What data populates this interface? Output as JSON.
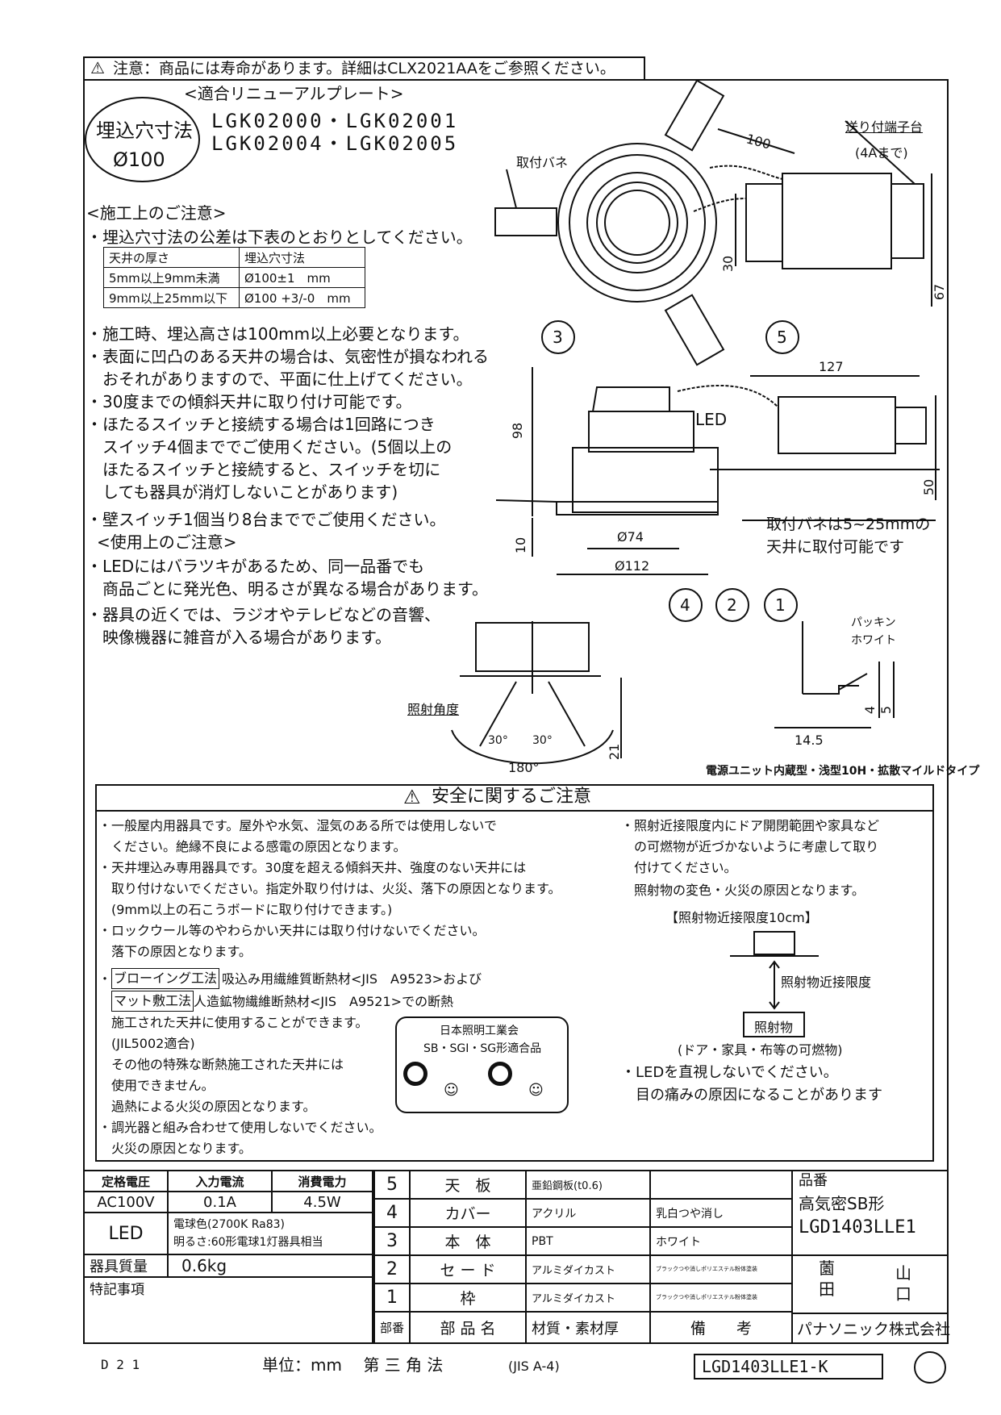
{
  "notice": "注意：商品には寿命があります。詳細はCLX2021AAをご参照ください。",
  "hole_badge": {
    "line1": "埋込穴寸法",
    "line2": "Ø100"
  },
  "renewal": {
    "title": "<適合リニューアルプレート>",
    "line1": "LGK02000・LGK02001",
    "line2": "LGK02004・LGK02005"
  },
  "construction": {
    "title": "<施工上のご注意>",
    "tolerance_intro": "・埋込穴寸法の公差は下表のとおりとしてください。",
    "table": {
      "headers": [
        "天井の厚さ",
        "埋込穴寸法"
      ],
      "rows": [
        [
          "5mm以上9mm未満",
          "Ø100±1　mm"
        ],
        [
          "9mm以上25mm以下",
          "Ø100 +3/-0　mm"
        ]
      ]
    },
    "lines": [
      "・施工時、埋込高さは100mm以上必要となります。",
      "・表面に凹凸のある天井の場合は、気密性が損なわれる",
      "　おそれがありますので、平面に仕上げてください。",
      "・30度までの傾斜天井に取り付け可能です。",
      "・ほたるスイッチと接続する場合は1回路につき",
      "　スイッチ4個まででご使用ください。(5個以上の",
      "　ほたるスイッチと接続すると、スイッチを切に",
      "　しても器具が消灯しないことがあります)",
      "・壁スイッチ1個当り8台まででご使用ください。"
    ]
  },
  "usage": {
    "title": "<使用上のご注意>",
    "lines": [
      "・LEDにはバラツキがあるため、同一品番でも",
      "　商品ごとに発光色、明るさが異なる場合があります。",
      "・器具の近くでは、ラジオやテレビなどの音響、",
      "　映像機器に雑音が入る場合があります。"
    ]
  },
  "drawing": {
    "mount_spring": "取付バネ",
    "terminal_label": "送り付端子台",
    "terminal_sub": "(4Aまで)",
    "dim_100": "100",
    "dim_30": "30",
    "dim_67": "67",
    "dim_127": "127",
    "dim_98": "98",
    "dim_50": "50",
    "dim_10": "10",
    "dim_74": "Ø74",
    "dim_112": "Ø112",
    "led_label": "LED",
    "spring_note1": "取付バネは5~25mmの",
    "spring_note2": "天井に取付可能です",
    "callouts": [
      "3",
      "5",
      "4",
      "2",
      "1"
    ],
    "packing1": "パッキン",
    "packing2": "ホワイト",
    "dim_4": "4",
    "dim_5": "5",
    "dim_145": "14.5",
    "beam_label": "照射角度",
    "angle_a": "30°",
    "angle_b": "30°",
    "angle_total": "180°",
    "dim_21": "21",
    "type_note": "電源ユニット内蔵型・浅型10H・拡散マイルドタイプ"
  },
  "safety": {
    "title": "安全に関するご注意",
    "left_lines": [
      "・一般屋内用器具です。屋外や水気、湿気のある所では使用しないで",
      "　ください。絶縁不良による感電の原因となります。",
      "・天井埋込み専用器具です。30度を超える傾斜天井、強度のない天井には",
      "　取り付けないでください。指定外取り付けは、火災、落下の原因となります。",
      "　(9mm以上の石こうボードに取り付けできます。)",
      "・ロックウール等のやわらかい天井には取り付けないでください。",
      "　落下の原因となります。"
    ],
    "blowing_box": "ブローイング工法",
    "blowing_rest": "吸込み用繊維質断熱材<JIS　A9523>および",
    "mat_box": "マット敷工法",
    "mat_rest": "人造鉱物繊維断熱材<JIS　A9521>での断熱",
    "insul_lines": [
      "施工された天井に使用することができます。",
      "(JIL5002適合)",
      "その他の特殊な断熱施工された天井には",
      "使用できません。",
      "過熱による火災の原因となります。"
    ],
    "dimmer_lines": [
      "・調光器と組み合わせて使用しないでください。",
      "　火災の原因となります。"
    ],
    "jil_box": {
      "line1": "日本照明工業会",
      "line2": "SB・SGI・SG形適合品"
    },
    "right_lines": [
      "・照射近接限度内にドア開閉範囲や家具など",
      "　の可燃物が近づかないように考慮して取り",
      "　付けてください。",
      "　照射物の変色・火災の原因となります。"
    ],
    "limit_title": "【照射物近接限度10cm】",
    "limit_label": "照射物近接限度",
    "object_label": "照射物",
    "object_note": "(ドア・家具・布等の可燃物)",
    "led_lines": [
      "・LEDを直視しないでください。",
      "　目の痛みの原因になることがあります"
    ]
  },
  "spec": {
    "headers": [
      "定格電圧",
      "入力電流",
      "消費電力"
    ],
    "values": [
      "AC100V",
      "0.1A",
      "4.5W"
    ],
    "led": "LED",
    "color_line": "電球色(2700K Ra83)",
    "brightness_line": "明るさ:60形電球1灯器具相当",
    "mass_label": "器具質量",
    "mass_value": "0.6kg",
    "remarks_label": "特記事項"
  },
  "parts": {
    "rows": [
      {
        "no": "5",
        "name": "天　板",
        "material": "亜鉛鋼板(t0.6)",
        "note": ""
      },
      {
        "no": "4",
        "name": "カバー",
        "material": "アクリル",
        "note": "乳白つや消し"
      },
      {
        "no": "3",
        "name": "本　体",
        "material": "PBT",
        "note": "ホワイト"
      },
      {
        "no": "2",
        "name": "セ ー ド",
        "material": "アルミダイカスト",
        "note": "ブラックつや消しポリエステル粉体塗装"
      },
      {
        "no": "1",
        "name": "枠",
        "material": "アルミダイカスト",
        "note": "ブラックつや消しポリエステル粉体塗装"
      }
    ],
    "header": {
      "no": "部番",
      "name": "部 品 名",
      "material": "材質・素材厚",
      "note": "備　　考"
    }
  },
  "product": {
    "label": "品番",
    "type": "高気密SB形",
    "number": "LGD1403LLE1",
    "sig1": "薗",
    "sig2": "山",
    "sig3": "田",
    "sig4": "口",
    "company": "パナソニック株式会社"
  },
  "footer": {
    "code": "D 2 1",
    "unit": "単位：mm　 第 三 角 法",
    "jis": "(JIS A-4)",
    "drawing_no": "LGD1403LLE1-K"
  }
}
